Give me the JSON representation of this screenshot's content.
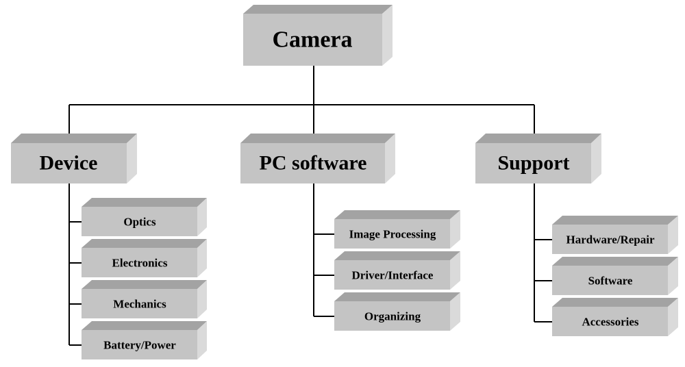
{
  "root": {
    "label": "Camera"
  },
  "branches": [
    {
      "label": "Device",
      "items": [
        "Optics",
        "Electronics",
        "Mechanics",
        "Battery/Power"
      ]
    },
    {
      "label": "PC software",
      "items": [
        "Image Processing",
        "Driver/Interface",
        "Organizing"
      ]
    },
    {
      "label": "Support",
      "items": [
        "Hardware/Repair",
        "Software",
        "Accessories"
      ]
    }
  ],
  "colors": {
    "box_face": "#c4c4c4",
    "box_top": "#a3a3a3",
    "box_side": "#dadada",
    "line": "#000000"
  }
}
